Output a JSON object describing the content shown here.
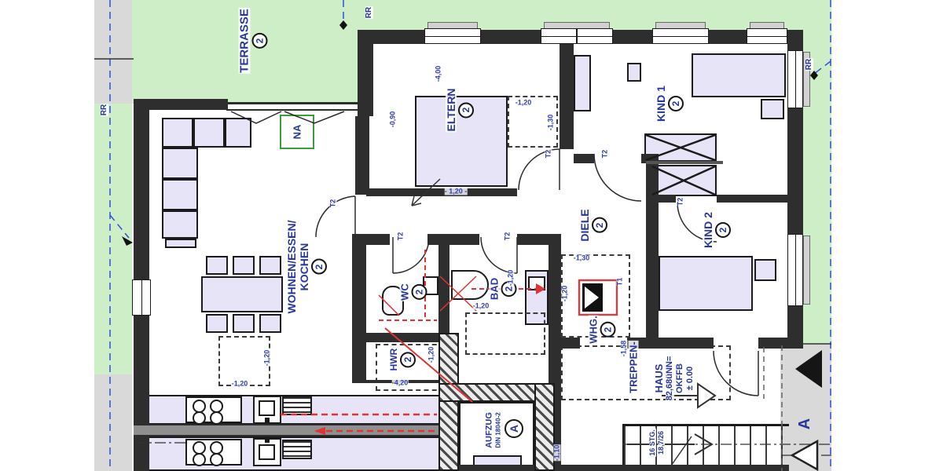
{
  "colors": {
    "terrace_green": "#cdeec6",
    "strip_gray": "#d9d9d9",
    "wall_dark": "#2e2e2e",
    "furniture_fill": "#e6e4f6",
    "label_blue": "#27379c",
    "accent_red": "#e03333",
    "line_blue": "#2d50dd",
    "na_green": "#3f9b3f"
  },
  "rooms": [
    {
      "id": "terrasse",
      "name": "TERRASSE",
      "number": "2"
    },
    {
      "id": "eltern",
      "name": "ELTERN",
      "number": "2"
    },
    {
      "id": "kind1",
      "name": "KIND 1",
      "number": "2"
    },
    {
      "id": "kind2",
      "name": "KIND 2",
      "number": "2"
    },
    {
      "id": "diele",
      "name": "DIELE",
      "number": "2"
    },
    {
      "id": "wohnen",
      "name": "WOHNEN/ESSEN/",
      "name2": "KOCHEN",
      "number": "2"
    },
    {
      "id": "wc",
      "name": "WC",
      "number": "2"
    },
    {
      "id": "bad",
      "name": "BAD",
      "number": "2"
    },
    {
      "id": "hwr",
      "name": "HWR",
      "number": "2"
    },
    {
      "id": "whg",
      "name": "WHG.",
      "number": "2"
    }
  ],
  "stairwell": {
    "label_line1": "TREPPEN-",
    "label_line2": "HAUS",
    "elevation": "82,68üNN=",
    "floor_ref": "OKFFB",
    "level": "± 0.00",
    "steps": "16 STG.",
    "step_size": "18,7/26"
  },
  "elevator": {
    "label": "AUFZUG",
    "norm": "DIN 18040-2",
    "marker": "A"
  },
  "markers": {
    "rr": "RR",
    "na": "NA",
    "section": "A"
  },
  "doors": {
    "t1": "T1",
    "t2": "T2"
  },
  "dims": {
    "w090": "-0,90",
    "w400": "-4,00",
    "w120": "-1,20",
    "w120s": "- 1,20 -",
    "w130": "-1,30",
    "w158": "-1,58",
    "w420": "-4,20",
    "w110": "-1,10"
  }
}
